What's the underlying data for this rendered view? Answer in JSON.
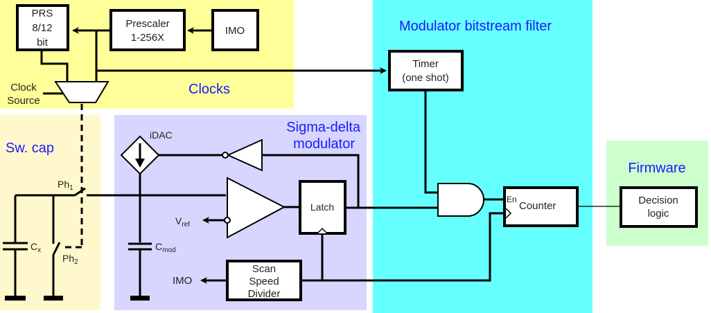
{
  "colors": {
    "clocks": "#ffff99",
    "sw_cap": "#fff8cc",
    "sigma_delta": "#d6d6ff",
    "bitstream_filter": "#66ffff",
    "firmware": "#ccffcc",
    "region_title": "#1a1aff"
  },
  "regions": {
    "clocks": "Clocks",
    "sw_cap": "Sw. cap",
    "sigma_delta_line1": "Sigma-delta",
    "sigma_delta_line2": "modulator",
    "bitstream_filter": "Modulator bitstream filter",
    "firmware": "Firmware"
  },
  "blocks": {
    "prs": [
      "PRS",
      "8/12",
      "bit"
    ],
    "prescaler": [
      "Prescaler",
      "1-256X"
    ],
    "imo": "IMO",
    "timer": [
      "Timer",
      "(one shot)"
    ],
    "latch": "Latch",
    "scan_speed_divider": [
      "Scan",
      "Speed",
      "Divider"
    ],
    "counter": "Counter",
    "counter_enable": "En",
    "decision_logic": [
      "Decision",
      "logic"
    ]
  },
  "labels": {
    "clock_source": [
      "Clock",
      "Source"
    ],
    "idac": "iDAC",
    "vref_main": "V",
    "vref_sub": "ref",
    "cmod_main": "C",
    "cmod_sub": "mod",
    "cx_main": "C",
    "cx_sub": "x",
    "ph1_main": "Ph",
    "ph1_sub": "1",
    "ph2_main": "Ph",
    "ph2_sub": "2",
    "imo_out": "IMO"
  }
}
